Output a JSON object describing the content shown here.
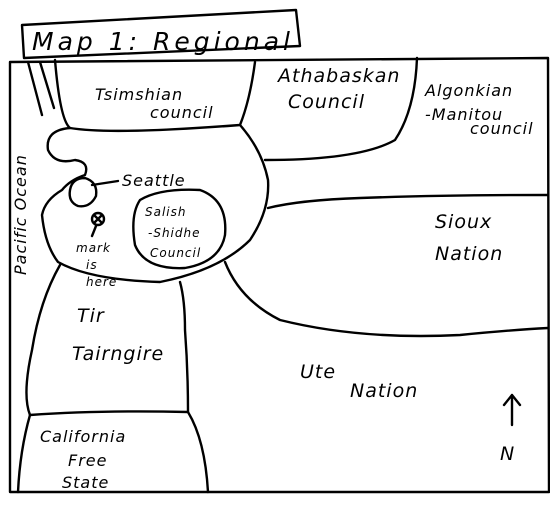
{
  "map": {
    "title": "Map 1: Regional",
    "regions": {
      "tsimshian": [
        "Tsimshian",
        "council"
      ],
      "athabaskan": [
        "Athabaskan",
        "Council"
      ],
      "algonkian": [
        "Algonkian",
        "-Manitou",
        "council"
      ],
      "salish": [
        "Salish",
        "-Shidhe",
        "Council"
      ],
      "sioux": [
        "Sioux",
        "Nation"
      ],
      "ute": [
        "Ute",
        "Nation"
      ],
      "tir": [
        "Tir",
        "Tairngire"
      ],
      "california": [
        "California",
        "Free",
        "State"
      ],
      "ocean": "Pacific Ocean"
    },
    "city_label": "Seattle",
    "marker_note": [
      "mark",
      "is",
      "here"
    ],
    "compass_label": "N"
  }
}
